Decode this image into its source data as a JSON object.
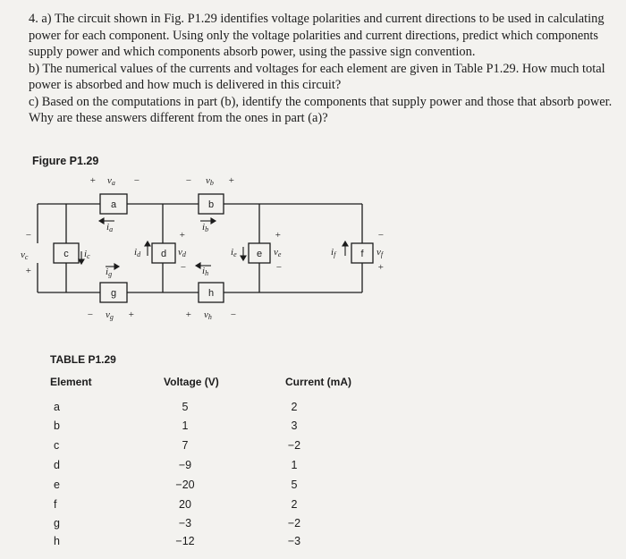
{
  "problem": {
    "part_a": "4. a) The circuit shown in Fig. P1.29 identifies voltage polarities and current directions to be used in calculating power for each component. Using only the voltage polarities and current directions, predict which components supply power and which components absorb power, using the passive sign convention.",
    "part_b": "b) The numerical values of the currents and voltages for each element are given in Table P1.29. How much total power is absorbed and how much is delivered in this circuit?",
    "part_c": "c) Based on the computations in part (b), identify the components that supply power and those that absorb power. Why are these answers different from the ones in part (a)?"
  },
  "figure": {
    "label": "Figure P1.29",
    "elements": [
      "a",
      "b",
      "c",
      "d",
      "e",
      "f",
      "g",
      "h"
    ],
    "voltages": {
      "a": "v",
      "b": "v",
      "c": "v",
      "d": "v",
      "e": "v",
      "f": "v",
      "g": "v",
      "h": "v"
    },
    "voltage_subs": {
      "a": "a",
      "b": "b",
      "c": "c",
      "d": "d",
      "e": "e",
      "f": "f",
      "g": "g",
      "h": "h"
    },
    "currents": {
      "a": "i",
      "b": "i",
      "c": "i",
      "d": "i",
      "e": "i",
      "f": "i",
      "g": "i",
      "h": "i"
    },
    "plus": "+",
    "minus": "−"
  },
  "table": {
    "title": "TABLE P1.29",
    "headers": [
      "Element",
      "Voltage (V)",
      "Current (mA)"
    ],
    "rows": [
      {
        "element": "a",
        "voltage": "5",
        "current": "2"
      },
      {
        "element": "b",
        "voltage": "1",
        "current": "3"
      },
      {
        "element": "c",
        "voltage": "7",
        "current": "−2"
      },
      {
        "element": "d",
        "voltage": "−9",
        "current": "1"
      },
      {
        "element": "e",
        "voltage": "−20",
        "current": "5"
      },
      {
        "element": "f",
        "voltage": "20",
        "current": "2"
      },
      {
        "element": "g",
        "voltage": "−3",
        "current": "−2"
      },
      {
        "element": "h",
        "voltage": "−12",
        "current": "−3"
      }
    ]
  }
}
